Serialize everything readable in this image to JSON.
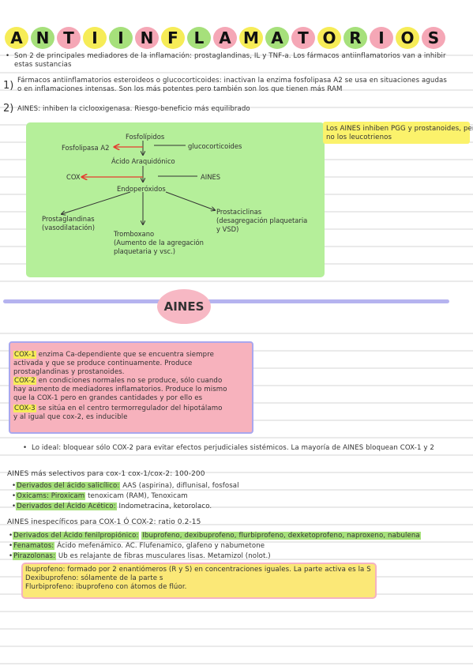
{
  "title": {
    "letters": [
      "A",
      "N",
      "T",
      "I",
      "I",
      "N",
      "F",
      "L",
      "A",
      "M",
      "A",
      "T",
      "O",
      "R",
      "I",
      "O",
      "S"
    ]
  },
  "intro": "Son 2 de principales mediadores de la inflamación: prostaglandinas, IL y TNF-a. Los fármacos antiinflamatorios van a inhibir estas sustancias",
  "intro_l1": "Son 2 de principales mediadores de la inflamación: prostaglandinas, IL y TNF-a. Los fármacos antiinflamatorios van a inhibir",
  "intro_l2": "estas sustancias",
  "item1": {
    "num": "1)",
    "l1": "Fármacos antiinflamatorios esteroideos o glucocorticoides: inactivan la enzima fosfolipasa A2 se usa en situaciones agudas",
    "l2": "o en inflamaciones intensas. Son los más potentes pero también son los que tienen más RAM"
  },
  "item2": {
    "num": "2)",
    "text": "AINES: inhiben la ciclooxigenasa. Riesgo-beneficio más equilibrado"
  },
  "note_yellow": {
    "l1": "Los AINES inhiben PGG y prostanoides, pero",
    "l2": "no los leucotrienos"
  },
  "diagram": {
    "fosfolipidos": "Fosfolípidos",
    "fosfolipasa": "Fosfolipasa A2",
    "glucocorticoides": "glucocorticoides",
    "acido": "Ácido Araquidónico",
    "cox": "COX",
    "aines": "AINES",
    "endoperoxidos": "Endoperóxidos",
    "prostaglandinas_l1": "Prostaglandinas",
    "prostaglandinas_l2": "(vasodilatación)",
    "prostaciclinas_l1": "Prostaciclinas",
    "prostaciclinas_l2": "(desagregación plaquetaria",
    "prostaciclinas_l3": "y VSD)",
    "tromboxano_l1": "Tromboxano",
    "tromboxano_l2": "(Aumento de la agregación",
    "tromboxano_l3": "plaquetaria y vsc.)"
  },
  "section_title": "AINES",
  "cox_box": {
    "l1_tag": "COX-1",
    "l1": "enzima Ca-dependiente que se encuentra siempre",
    "l2": "activada y que se produce continuamente. Produce",
    "l3": "prostaglandinas y prostanoides.",
    "l4_tag": "COX-2",
    "l4": "en condiciones normales no se produce, sólo cuando",
    "l5": "hay aumento de mediadores inflamatorios. Produce lo mismo",
    "l6": "que la COX-1 pero en grandes cantidades y por ello es",
    "l7_tag": "COX-3",
    "l7": "se sitúa en el centro termorregulador del hipotálamo",
    "l8": "y al igual que cox-2, es inducible"
  },
  "ideal": "Lo ideal: bloquear sólo COX-2 para evitar efectos perjudiciales sistémicos. La mayoría de AINES bloquean COX-1 y 2",
  "selective": {
    "heading": "AINES más selectivos para cox-1 cox-1/cox-2: 100-200",
    "b1_tag": "Derivados del ácido salicílico:",
    "b1": "AAS (aspirina), diflunisal, fosfosal",
    "b2_tag": "Oxicams: Piroxicam",
    "b2": "tenoxicam (RAM), Tenoxicam",
    "b3_tag": "Derivados del Ácido Acético:",
    "b3": "Indometracina, ketorolaco."
  },
  "nonselective": {
    "heading": "AINES inespecíficos para COX-1 Ó COX-2: ratio 0.2-15",
    "b1_tag": "Derivados del Ácido fenilpropiónico:",
    "b1": "Ibuprofeno, dexibuprofeno, flurbiprofeno, dexketoprofeno, naproxeno, nabulena",
    "b2_tag": "Fenamatos:",
    "b2": "Ácido mefenámico. AC. Flufenamico, glafeno y nabumetone",
    "b3_tag": "Pirazolonas:",
    "b3": "Ub es relajante de fibras musculares lisas. Metamizol (nolot.)"
  },
  "ibuprofen_note": {
    "l1": "Ibuprofeno: formado por 2 enantiómeros (R y S) en concentraciones iguales. La parte activa es la S",
    "l2": "Dexibuprofeno: sólamente de la parte s",
    "l3": "Flurbiprofeno: ibuprofeno con átomos de flúor."
  },
  "colors": {
    "yellow": "#f6ec57",
    "green": "#a6e07b",
    "pink": "#f5a7b6",
    "lavender": "#b5b3ef"
  }
}
